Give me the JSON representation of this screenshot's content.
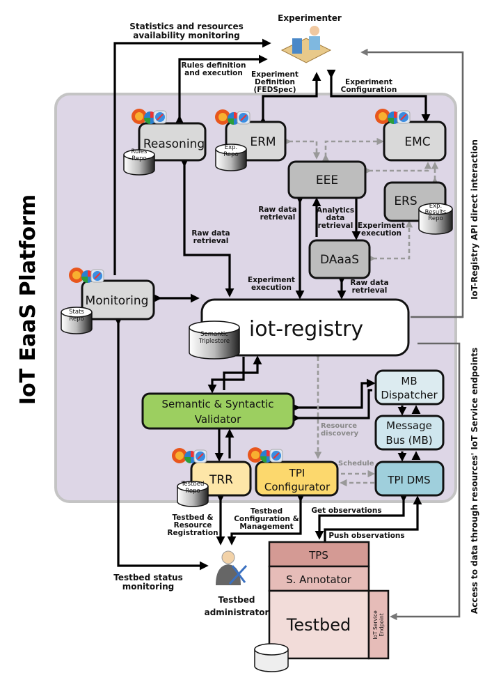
{
  "platform_title": "IoT EaaS Platform",
  "actors": {
    "experimenter": "Experimenter",
    "admin_line1": "Testbed",
    "admin_line2": "administrator"
  },
  "components": {
    "reasoning": "Reasoning",
    "erm": "ERM",
    "emc": "EMC",
    "eee": "EEE",
    "ers": "ERS",
    "daaas": "DAaaS",
    "monitoring": "Monitoring",
    "iot_registry": "iot-registry",
    "mb_dispatcher": [
      "MB",
      "Dispatcher"
    ],
    "message_bus": [
      "Message",
      "Bus (MB)"
    ],
    "validator": [
      "Semantic & Syntactic",
      "Validator"
    ],
    "trr": "TRR",
    "tpi_configurator": [
      "TPI",
      "Configurator"
    ],
    "tpi_dms": "TPI DMS",
    "tps": "TPS",
    "annotator": "S. Annotator",
    "testbed": "Testbed",
    "endpoint": [
      "IoT Service",
      "Endpoint"
    ]
  },
  "repos": {
    "rules": [
      "Rules",
      "Repo"
    ],
    "exp": [
      "Exp.",
      "Repo"
    ],
    "exp_results": [
      "Exp.",
      "Results",
      "Repo"
    ],
    "stats": [
      "Stats",
      "Repo"
    ],
    "triplestore": [
      "Semantic",
      "Triplestore"
    ],
    "testbed": [
      "Testbed",
      "Repo"
    ]
  },
  "labels": {
    "stats_monitoring": [
      "Statistics and resources",
      "availability monitoring"
    ],
    "rules_def": [
      "Rules definition",
      "and execution"
    ],
    "exp_def": [
      "Experiment",
      "Definition",
      "(FEDSpec)"
    ],
    "exp_conf": [
      "Experiment",
      "Configuration"
    ],
    "raw_left": [
      "Raw data",
      "retrieval"
    ],
    "raw_eee": [
      "Raw data",
      "retrieval"
    ],
    "analytics": [
      "Analytics",
      "data",
      "retrieval"
    ],
    "exp_exec_right": [
      "Experiment",
      "execution"
    ],
    "exp_exec_left": [
      "Experiment",
      "execution"
    ],
    "raw_daaas": [
      "Raw data",
      "retrieval"
    ],
    "resource_discovery": [
      "Resource",
      "discovery"
    ],
    "schedule": "Schedule",
    "tb_registration": [
      "Testbed &",
      "Resource",
      "Registration"
    ],
    "tb_config": [
      "Testbed",
      "Configuration &",
      "Management"
    ],
    "get_obs": "Get observations",
    "push_obs": "Push observations",
    "tb_status": [
      "Testbed status",
      "monitoring"
    ],
    "api_direct": "IoT-Registry API direct interaction",
    "access_data": "Access to data through resources' IoT Service endpoints"
  },
  "colors": {
    "platform_bg": "#ddd6e6",
    "gray_box": "#d9d9d9",
    "dark_gray_box": "#bdbdbd",
    "validator": "#9ccf60",
    "trr": "#fde6a8",
    "tpi_configurator": "#fcd86d",
    "tpi_dms": "#9fcfdc",
    "message_bus": "#cfe6ee",
    "mb_dispatcher": "#dcebf0",
    "tps": "#d49a94",
    "annotator": "#e6bcb8",
    "testbed": "#f2dcd9"
  }
}
